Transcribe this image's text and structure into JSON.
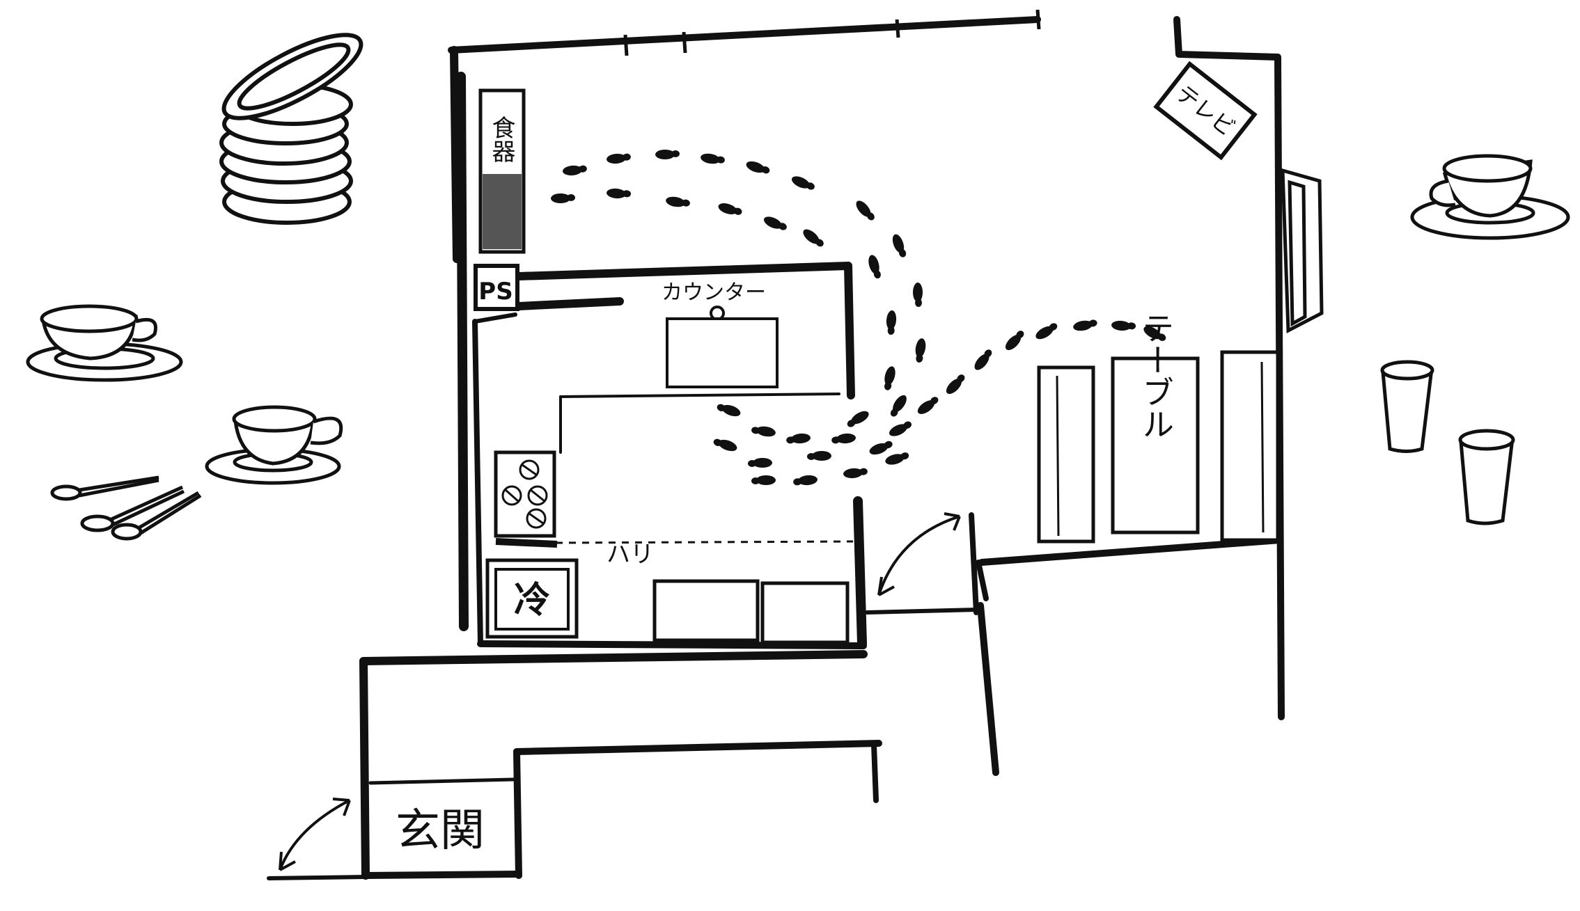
{
  "labels": {
    "shoe_cabinet": "食器",
    "ps": "PS",
    "counter": "カウンター",
    "tv": "テレビ",
    "table": "テーブル",
    "beam": "ハリ",
    "fridge": "冷",
    "entrance": "玄関"
  },
  "colors": {
    "ink": "#111111",
    "paper": "#ffffff"
  }
}
